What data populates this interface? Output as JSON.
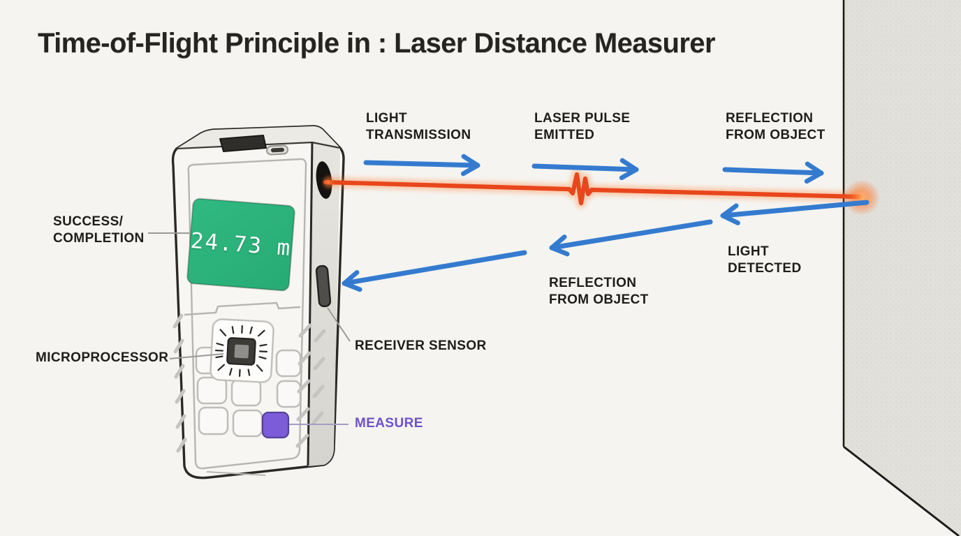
{
  "title": "Time-of-Flight Principle in : Laser Distance Measurer",
  "flow_labels": {
    "light_transmission": "LIGHT\nTRANSMISSION",
    "laser_pulse_emitted": "LASER PULSE\nEMITTED",
    "reflection_from_object_top": "REFLECTION\nFROM OBJECT",
    "light_detected": "LIGHT\nDETECTED",
    "reflection_from_object_bottom": "REFLECTION\nFROM OBJECT"
  },
  "device": {
    "display_value": "24.73 m",
    "labels": {
      "success_completion": "SUCCESS/\nCOMPLETION",
      "microprocessor": "MICROPROCESSOR",
      "receiver_sensor": "RECEIVER SENSOR",
      "measure": "MEASURE"
    }
  },
  "icons": {
    "laser_lens": "laser-lens-icon",
    "receiver_sensor": "receiver-sensor-icon",
    "microprocessor_chip": "microprocessor-chip-icon",
    "measure_button": "measure-button"
  },
  "colors": {
    "background": "#f5f4f0",
    "wall_gray": "#e2e0da",
    "arrow_blue": "#347bcf",
    "laser_red": "#e8461b",
    "laser_glow": "#ff7a2e",
    "screen_green": "#2cb57e",
    "measure_purple": "#7c5cd8",
    "text_dark": "#1e1d1b"
  }
}
